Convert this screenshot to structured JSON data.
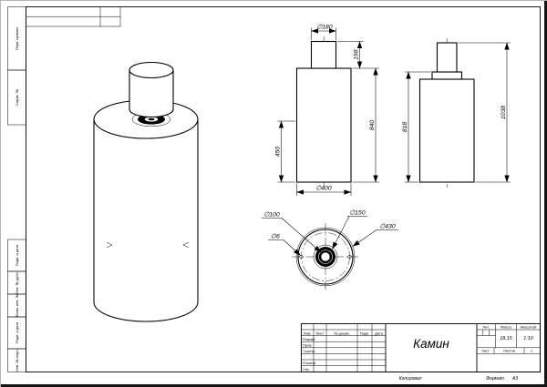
{
  "doc": {
    "name": "Камин",
    "mass": "18.15",
    "scale": "1:10",
    "sheets": "1",
    "format": "A3"
  },
  "front_view": {
    "pipe_diameter": "∅180",
    "pipe_height": "198",
    "body_height": "840",
    "opening_height": "450",
    "body_diameter": "∅400"
  },
  "side_view": {
    "body_height": "818",
    "total_height": "1038"
  },
  "top_view": {
    "inner_diameter": "∅100",
    "ring_diameter": "∅150",
    "hole_diameter": "∅6",
    "outer_diameter": "∅430"
  },
  "title_block": {
    "cols": [
      "Изм.",
      "Лист",
      "№ докум.",
      "Подп.",
      "Дата"
    ],
    "roles": [
      "Разраб.",
      "Пров.",
      "Т.контр.",
      "Н.контр.",
      "Утв."
    ],
    "lit_label": "Лит.",
    "mass_label": "Масса",
    "scale_label": "Масштаб",
    "sheet_label": "Лист",
    "sheets_label": "Листов",
    "copied": "Копировал",
    "format_label": "Формат"
  },
  "margin_stamps": {
    "perv_primen": "Перв. примен.",
    "sprav": "Справ. №",
    "podp_data_1": "Подп. и дата",
    "inv_dubl": "Инв. № дубл.",
    "vzam_inv": "Взам. инв. №",
    "podp_data_2": "Подп. и дата",
    "inv_podl": "Инв. № подл."
  }
}
